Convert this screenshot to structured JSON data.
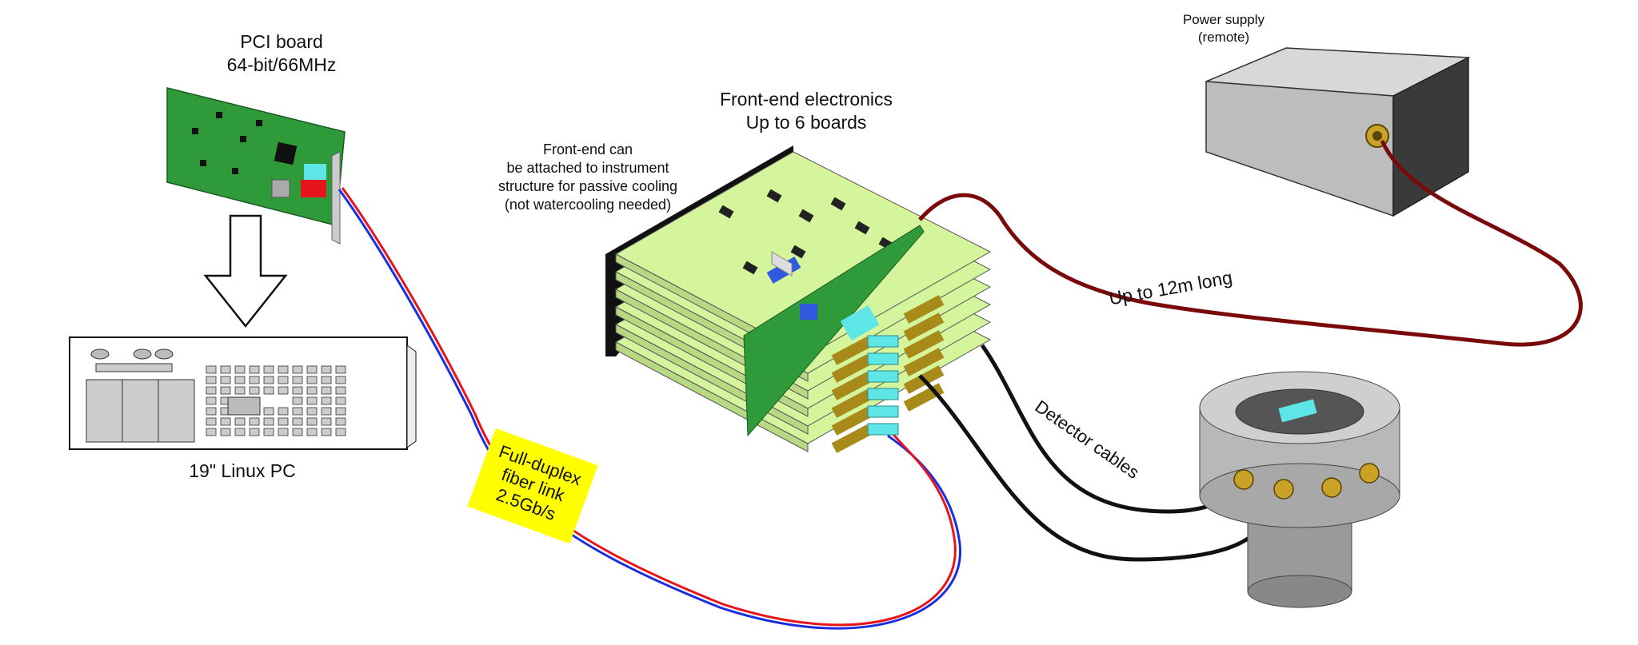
{
  "labels": {
    "pci_board": [
      "PCI board",
      "64-bit/66MHz"
    ],
    "linux_pc": "19\" Linux PC",
    "fiber_link": [
      "Full-duplex",
      "fiber link",
      "2.5Gb/s"
    ],
    "front_end_title": [
      "Front-end electronics",
      "Up to 6 boards"
    ],
    "front_end_note": [
      "Front-end can",
      "be attached to instrument",
      "structure for passive cooling",
      "(not watercooling needed)"
    ],
    "power_supply": [
      "Power supply",
      "(remote)"
    ],
    "cable_length": "Up to 12m long",
    "detector_cables": "Detector cables"
  },
  "colors": {
    "board_green": "#d4f59c",
    "pci_green": "#2f9a3a",
    "fiber_red": "#e8141c",
    "fiber_blue": "#1a2ee0",
    "power_cable": "#7a0a0a",
    "label_yellow": "#ffff00",
    "connector_cyan": "#5ee6e6"
  }
}
